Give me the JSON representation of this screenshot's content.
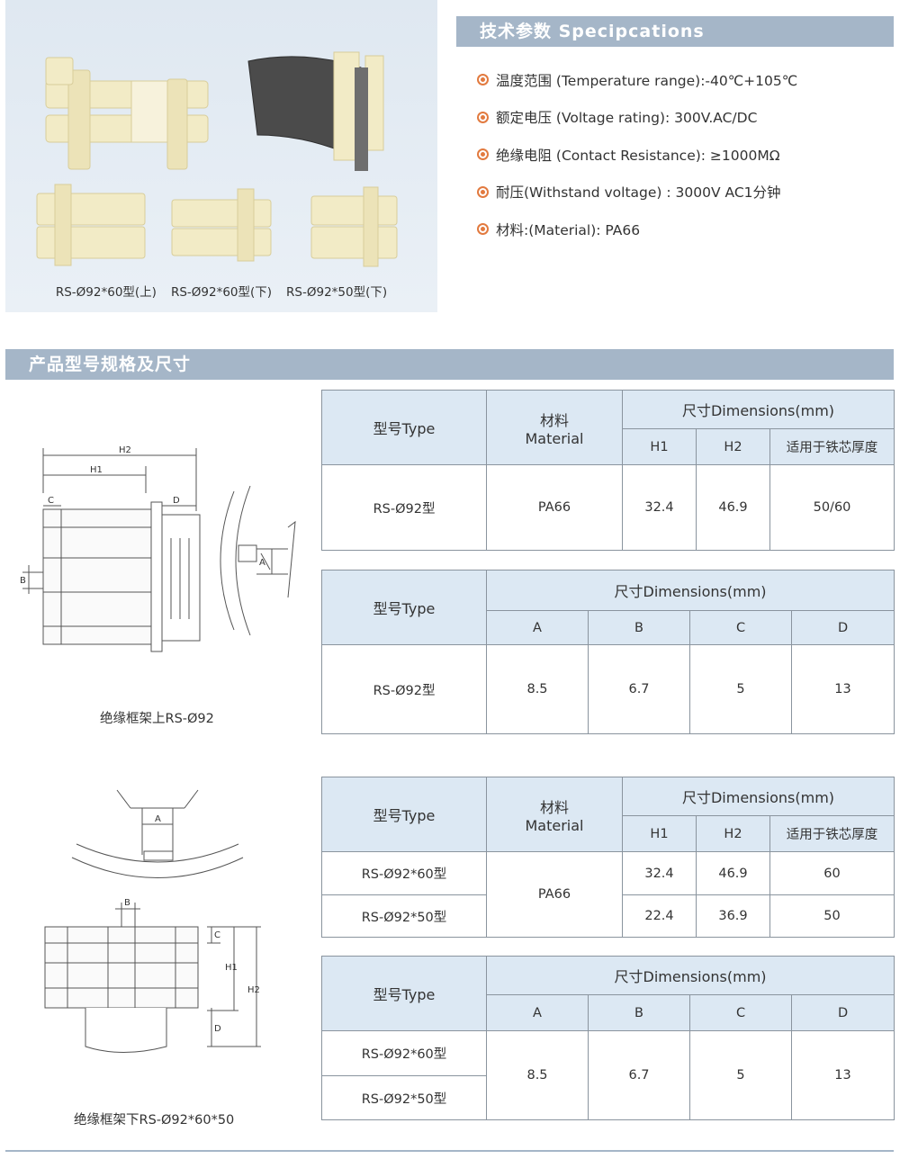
{
  "photo": {
    "captions": [
      "RS-Ø92*60型(上)",
      "RS-Ø92*60型(下)",
      "RS-Ø92*50型(下)"
    ]
  },
  "spec": {
    "title": "技术参数 Specipcations",
    "items": [
      "温度范围 (Temperature range):-40℃+105℃",
      "额定电压 (Voltage rating):  300V.AC/DC",
      "绝缘电阻 (Contact Resistance):  ≥1000MΩ",
      "耐压(Withstand voltage) : 3000V  AC1分钟",
      "材料:(Material): PA66"
    ]
  },
  "product": {
    "title": "产品型号规格及尺寸"
  },
  "labels": {
    "type": "型号Type",
    "material_cn": "材料",
    "material_en": "Material",
    "dimensions": "尺寸Dimensions(mm)",
    "h1": "H1",
    "h2": "H2",
    "core": "适用于铁芯厚度",
    "a": "A",
    "b": "B",
    "c": "C",
    "d": "D"
  },
  "upper": {
    "caption": "绝缘框架上RS-Ø92",
    "model": "RS-Ø92型",
    "material": "PA66",
    "h1": "32.4",
    "h2": "46.9",
    "core": "50/60",
    "a": "8.5",
    "b": "6.7",
    "c": "5",
    "d": "13"
  },
  "lower": {
    "caption": "绝缘框架下RS-Ø92*60*50",
    "material": "PA66",
    "rows": [
      {
        "model": "RS-Ø92*60型",
        "h1": "32.4",
        "h2": "46.9",
        "core": "60"
      },
      {
        "model": "RS-Ø92*50型",
        "h1": "22.4",
        "h2": "36.9",
        "core": "50"
      }
    ],
    "a": "8.5",
    "b": "6.7",
    "c": "5",
    "d": "13"
  },
  "colors": {
    "header_bar": "#a5b6c8",
    "table_header": "#dce8f3",
    "bullet": "#e27a3f",
    "photo_bg": "#e4ecf4"
  }
}
